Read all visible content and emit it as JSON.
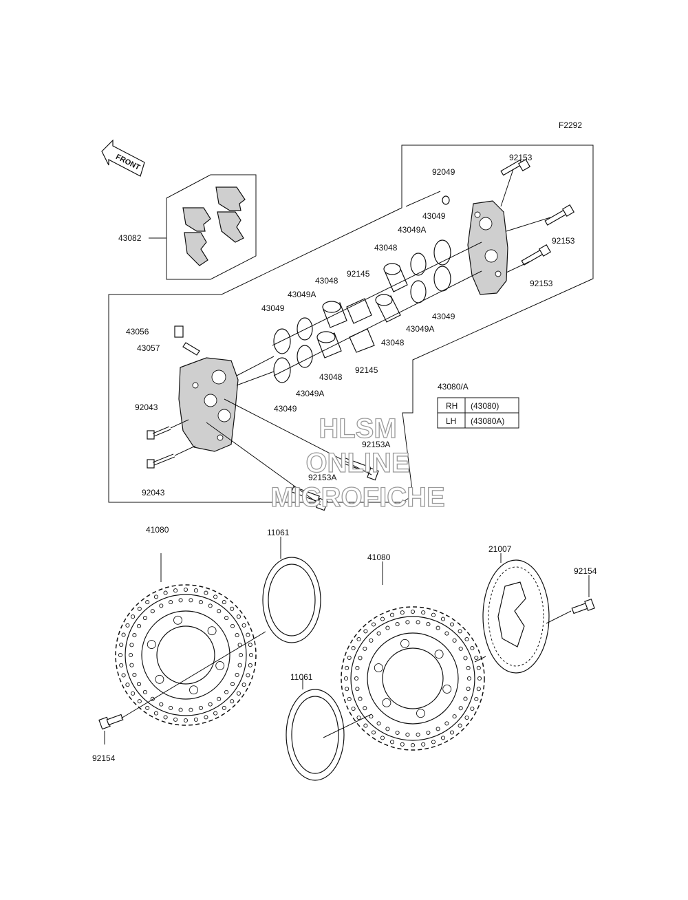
{
  "figure_code": "F2292",
  "front_label": "FRONT",
  "parts": {
    "p43082": "43082",
    "p92049": "92049",
    "p92153_a": "92153",
    "p92153_b": "92153",
    "p92153_c": "92153",
    "p43049_1": "43049",
    "p43049A_1": "43049A",
    "p43048_1": "43048",
    "p43048_2": "43048",
    "p92145_1": "92145",
    "p43049A_2": "43049A",
    "p43049_2": "43049",
    "p43049_3": "43049",
    "p43048_3": "43048",
    "p43049A_3": "43049A",
    "p43048_4": "43048",
    "p43056": "43056",
    "p43057": "43057",
    "p92145_2": "92145",
    "p43049_4": "43049",
    "p43049A_4": "43049A",
    "p43080A": "43080/A",
    "p92043_1": "92043",
    "p92043_2": "92043",
    "p92153A_1": "92153A",
    "p92153A_2": "92153A",
    "p41080_1": "41080",
    "p11061_1": "11061",
    "p41080_2": "41080",
    "p21007": "21007",
    "p92154_1": "92154",
    "p11061_2": "11061",
    "p92154_2": "92154"
  },
  "variant_table": {
    "rows": [
      {
        "side": "RH",
        "part": "(43080)"
      },
      {
        "side": "LH",
        "part": "(43080A)"
      }
    ]
  },
  "watermark": {
    "line1": "HLSM",
    "line2": "ONLINE",
    "line3": "MICROFICHE"
  }
}
